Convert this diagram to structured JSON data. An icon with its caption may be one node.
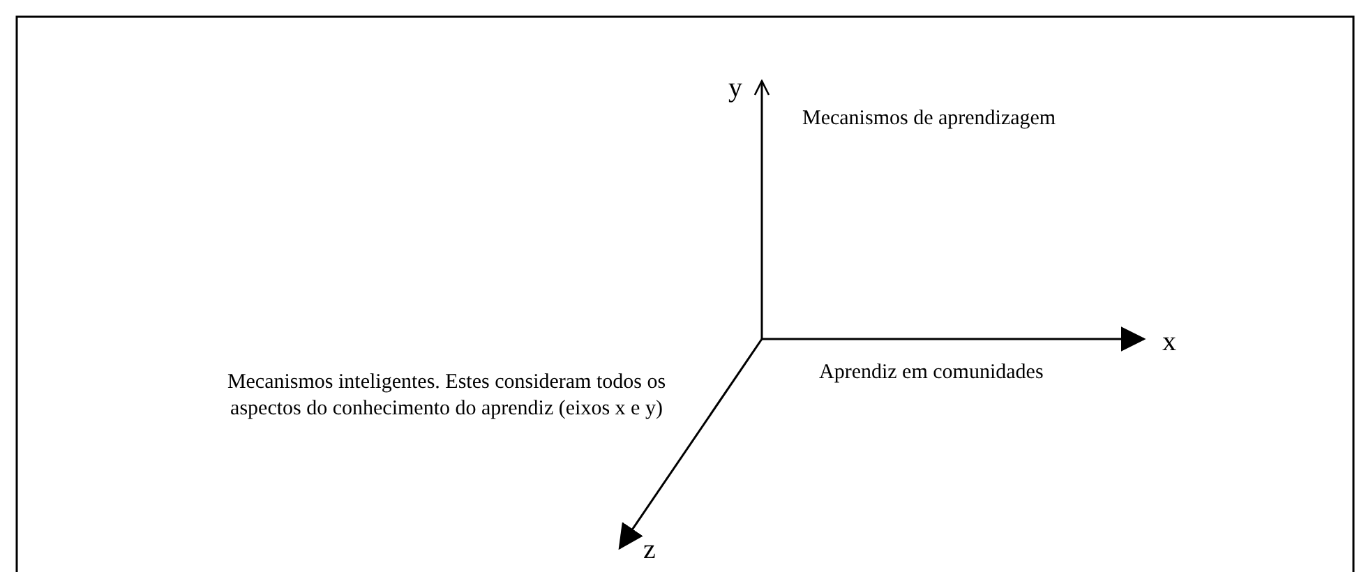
{
  "diagram": {
    "labels": [
      "y",
      "Mecanismos de aprendizagem",
      "x",
      "Mecanismos inteligentes. Estes consideram todos os aspectos do conhecimento do aprendiz (eixos x e y)",
      "Aprendiz em comunidades",
      "z"
    ]
  }
}
